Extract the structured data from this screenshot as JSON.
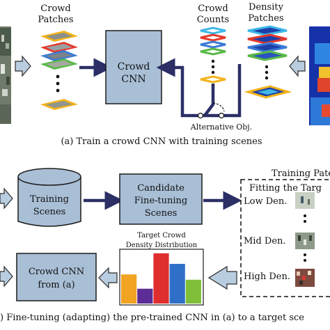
{
  "colors": {
    "box_fill": "#a9bfd6",
    "box_stroke": "#1b1b1b",
    "arrow_light": "#b9cde0",
    "arrow_dark": "#2b2f66",
    "patch_yellow": "#f2b31b",
    "patch_red": "#e53a2c",
    "patch_blue": "#3a7bd5",
    "patch_green": "#58b947",
    "patch_cyan": "#3fb8e8",
    "bar_orange": "#f1a322",
    "bar_purple": "#5b2d95",
    "bar_red": "#df2e2e",
    "bar_blue": "#2f6fc8",
    "bar_green": "#7fbf3a"
  },
  "panel_a": {
    "crowd_patches_label_1": "Crowd",
    "crowd_patches_label_2": "Patches",
    "crowd_counts_label_1": "Crowd",
    "crowd_counts_label_2": "Counts",
    "density_patches_label_1": "Density",
    "density_patches_label_2": "Patches",
    "cnn_label_1": "Crowd",
    "cnn_label_2": "CNN",
    "alt_obj_label": "Alternative Obj.",
    "caption": "(a) Train a crowd CNN with training scenes"
  },
  "panel_b": {
    "training_scenes_1": "Training",
    "training_scenes_2": "Scenes",
    "candidate_1": "Candidate",
    "candidate_2": "Fine-tuning",
    "candidate_3": "Scenes",
    "crowd_cnn_1": "Crowd CNN",
    "crowd_cnn_2": "from (a)",
    "target_crowd_1": "Target Crowd",
    "target_crowd_2": "Density Distribution",
    "training_patches_1": "Training Pate",
    "training_patches_2": "Fitting the Targ",
    "low_den": "Low Den.",
    "mid_den": "Mid Den.",
    "high_den": "High Den.",
    "caption": ") Fine-tuning (adapting) the pre-trained CNN in (a) to a target sce"
  },
  "chart_data": {
    "type": "bar",
    "title": "Target Crowd Density Distribution",
    "categories": [
      "",
      "",
      "",
      "",
      ""
    ],
    "values": [
      0.55,
      0.28,
      0.95,
      0.75,
      0.45
    ],
    "ylim": [
      0,
      1
    ],
    "xlabel": "",
    "ylabel": ""
  }
}
